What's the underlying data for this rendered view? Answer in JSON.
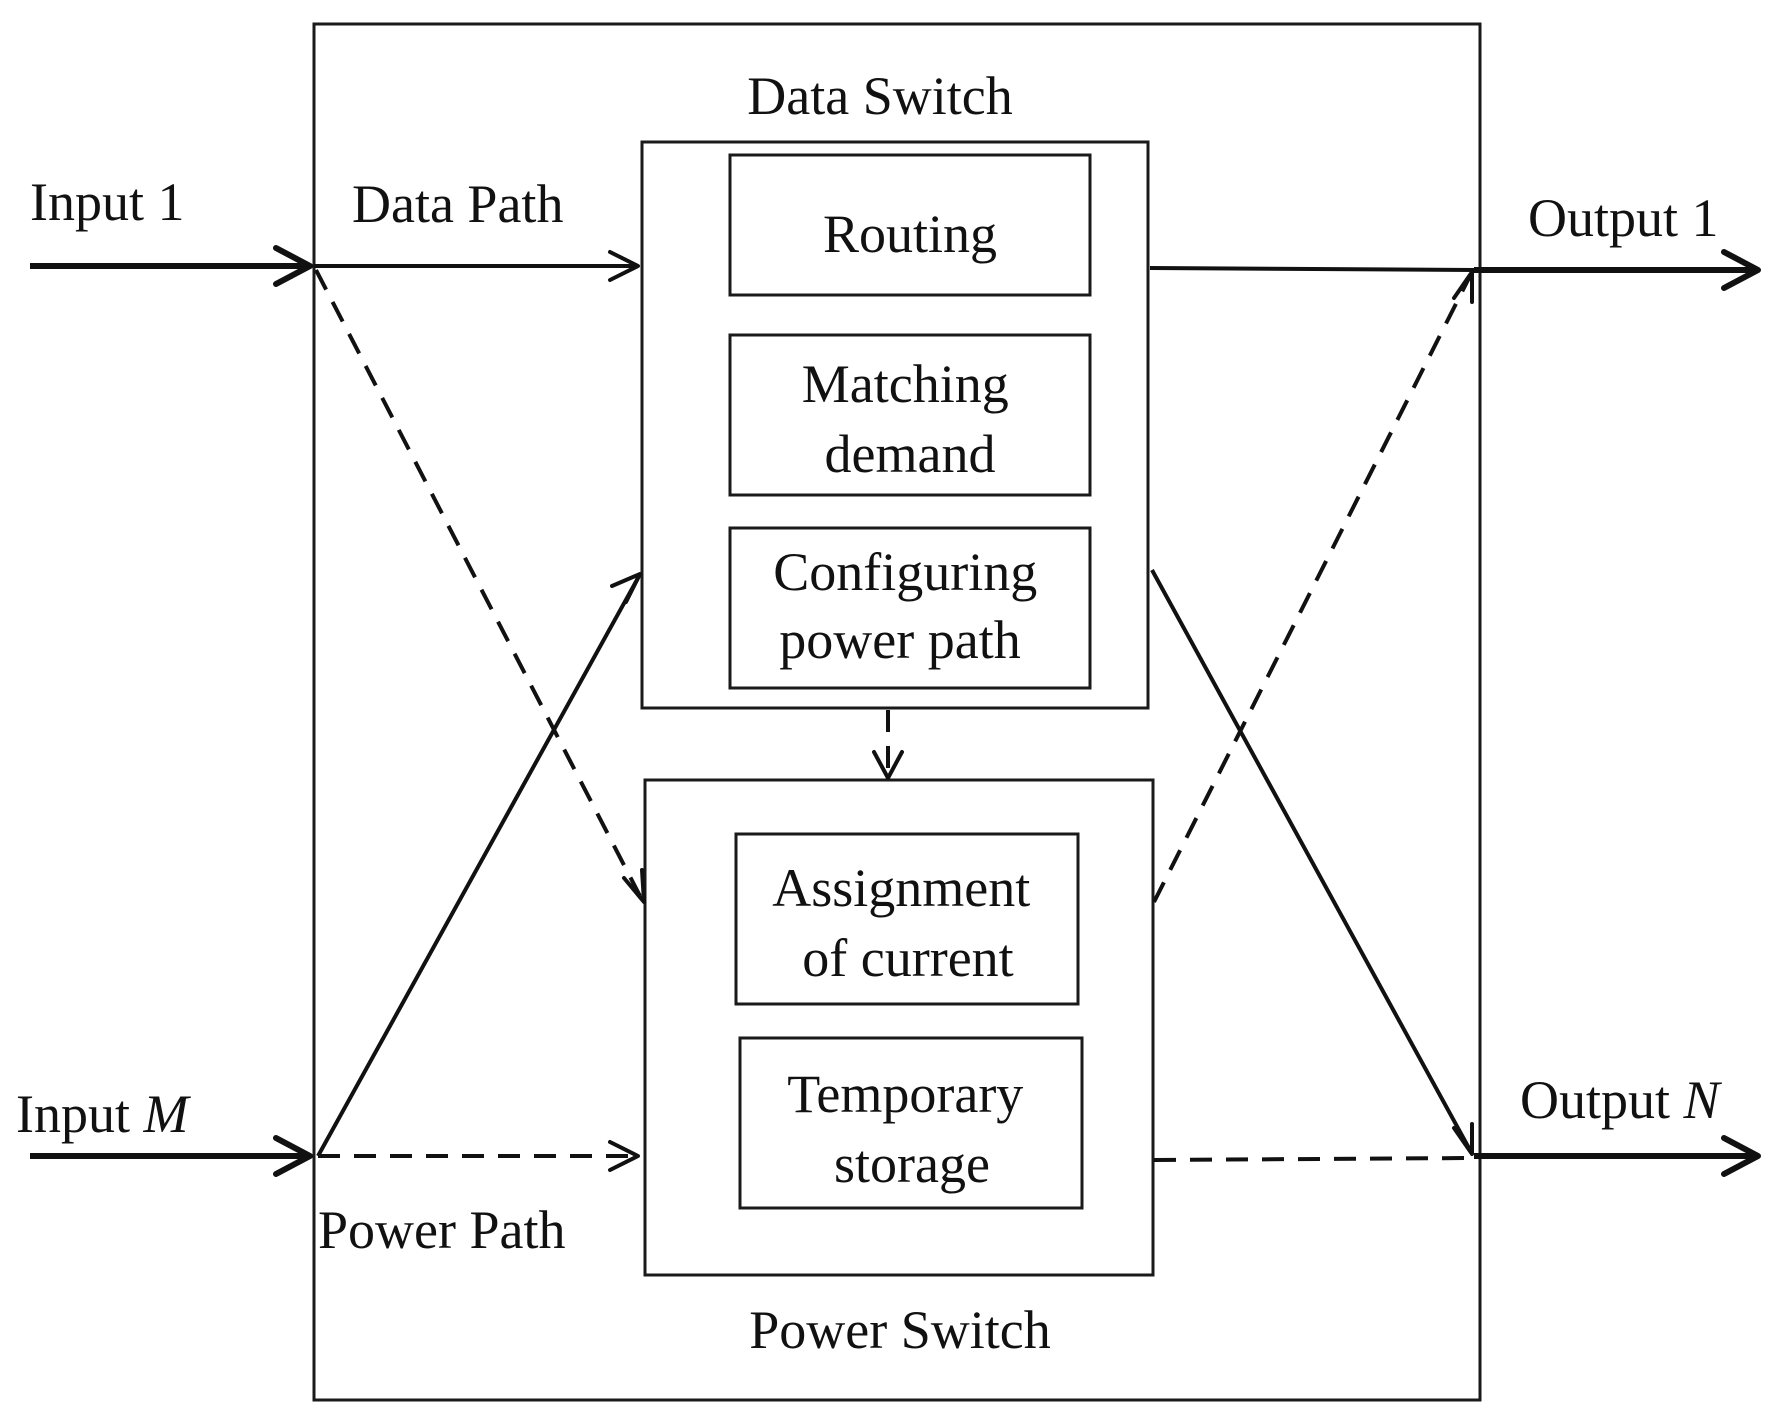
{
  "labels": {
    "input_1": "Input 1",
    "input_m_prefix": "Input ",
    "input_m_var": "M",
    "output_1": "Output 1",
    "output_n_prefix": "Output ",
    "output_n_var": "N",
    "data_path": "Data Path",
    "power_path": "Power Path",
    "data_switch": "Data Switch",
    "power_switch": "Power Switch"
  },
  "data_switch_blocks": [
    {
      "lines": [
        "Routing"
      ]
    },
    {
      "lines": [
        "Matching",
        "demand"
      ]
    },
    {
      "lines": [
        "Configuring",
        "power path"
      ]
    }
  ],
  "power_switch_blocks": [
    {
      "lines": [
        "Assignment",
        "of current"
      ]
    },
    {
      "lines": [
        "Temporary",
        "storage"
      ]
    }
  ]
}
